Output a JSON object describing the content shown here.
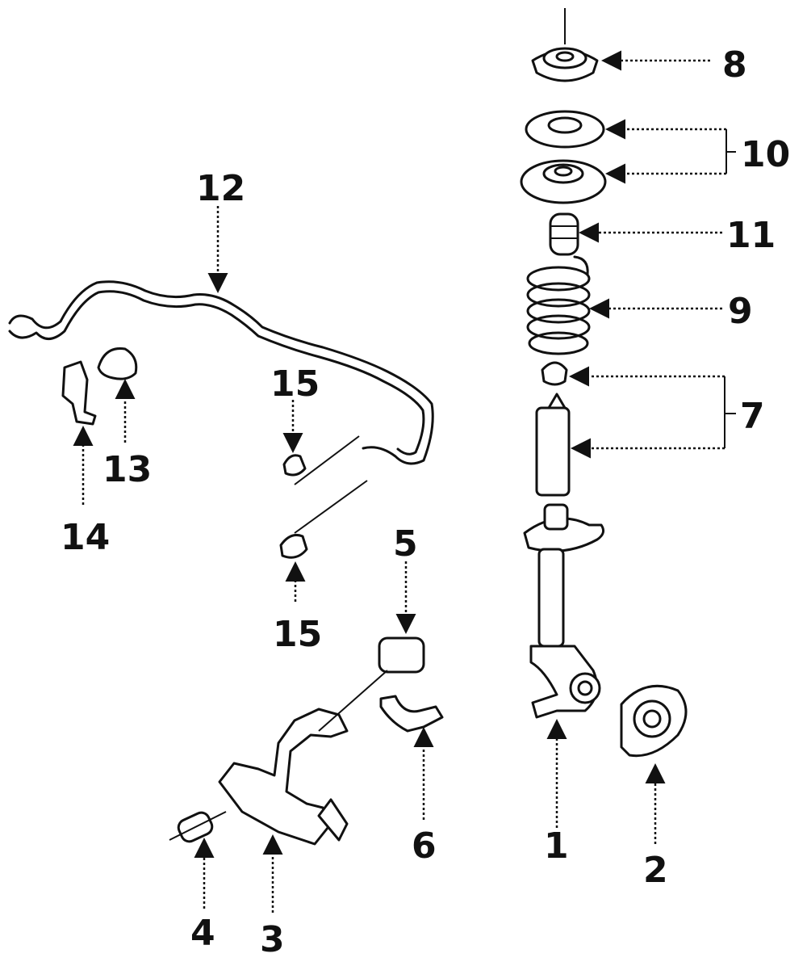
{
  "callouts": [
    {
      "id": "1",
      "label": "1"
    },
    {
      "id": "2",
      "label": "2"
    },
    {
      "id": "3",
      "label": "3"
    },
    {
      "id": "4",
      "label": "4"
    },
    {
      "id": "5",
      "label": "5"
    },
    {
      "id": "6",
      "label": "6"
    },
    {
      "id": "7",
      "label": "7"
    },
    {
      "id": "8",
      "label": "8"
    },
    {
      "id": "9",
      "label": "9"
    },
    {
      "id": "10",
      "label": "10"
    },
    {
      "id": "11",
      "label": "11"
    },
    {
      "id": "12",
      "label": "12"
    },
    {
      "id": "13",
      "label": "13"
    },
    {
      "id": "14",
      "label": "14"
    },
    {
      "id": "15a",
      "label": "15"
    },
    {
      "id": "15b",
      "label": "15"
    }
  ],
  "colors": {
    "ink": "#111111",
    "background": "#ffffff"
  }
}
